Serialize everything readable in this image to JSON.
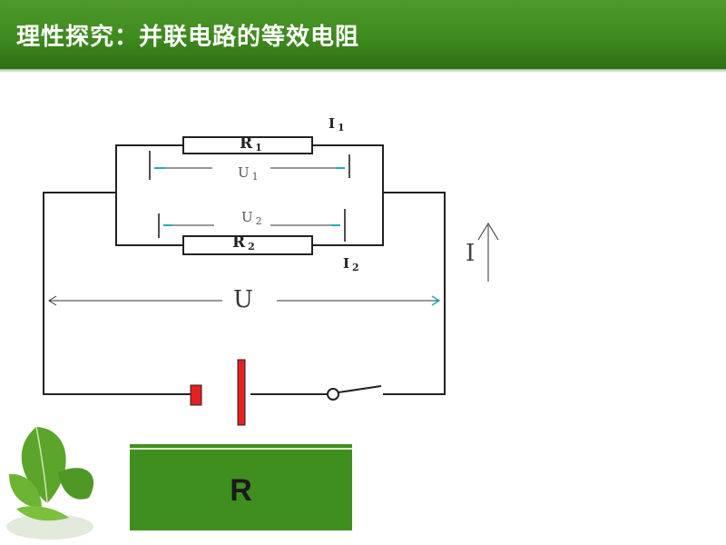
{
  "slide": {
    "title": "理性探究：并联电路的等效电阻"
  },
  "labels": {
    "I1": "I",
    "I1_sub": "1",
    "R1": "R",
    "R1_sub": "1",
    "U1": "U",
    "U1_sub": "1",
    "U2": "U",
    "U2_sub": "2",
    "R2": "R",
    "R2_sub": "2",
    "I2": "I",
    "I2_sub": "2",
    "I_total": "I",
    "U_total": "U"
  },
  "equivalent": {
    "label": "R"
  },
  "colors": {
    "title_bar": "#3f8a1e",
    "equivalent_box": "#3f8f1f",
    "battery_red": "#e52020",
    "arrow_teal": "#2aa9b8"
  },
  "icons": {
    "decoration": "green-leaf-icon"
  }
}
